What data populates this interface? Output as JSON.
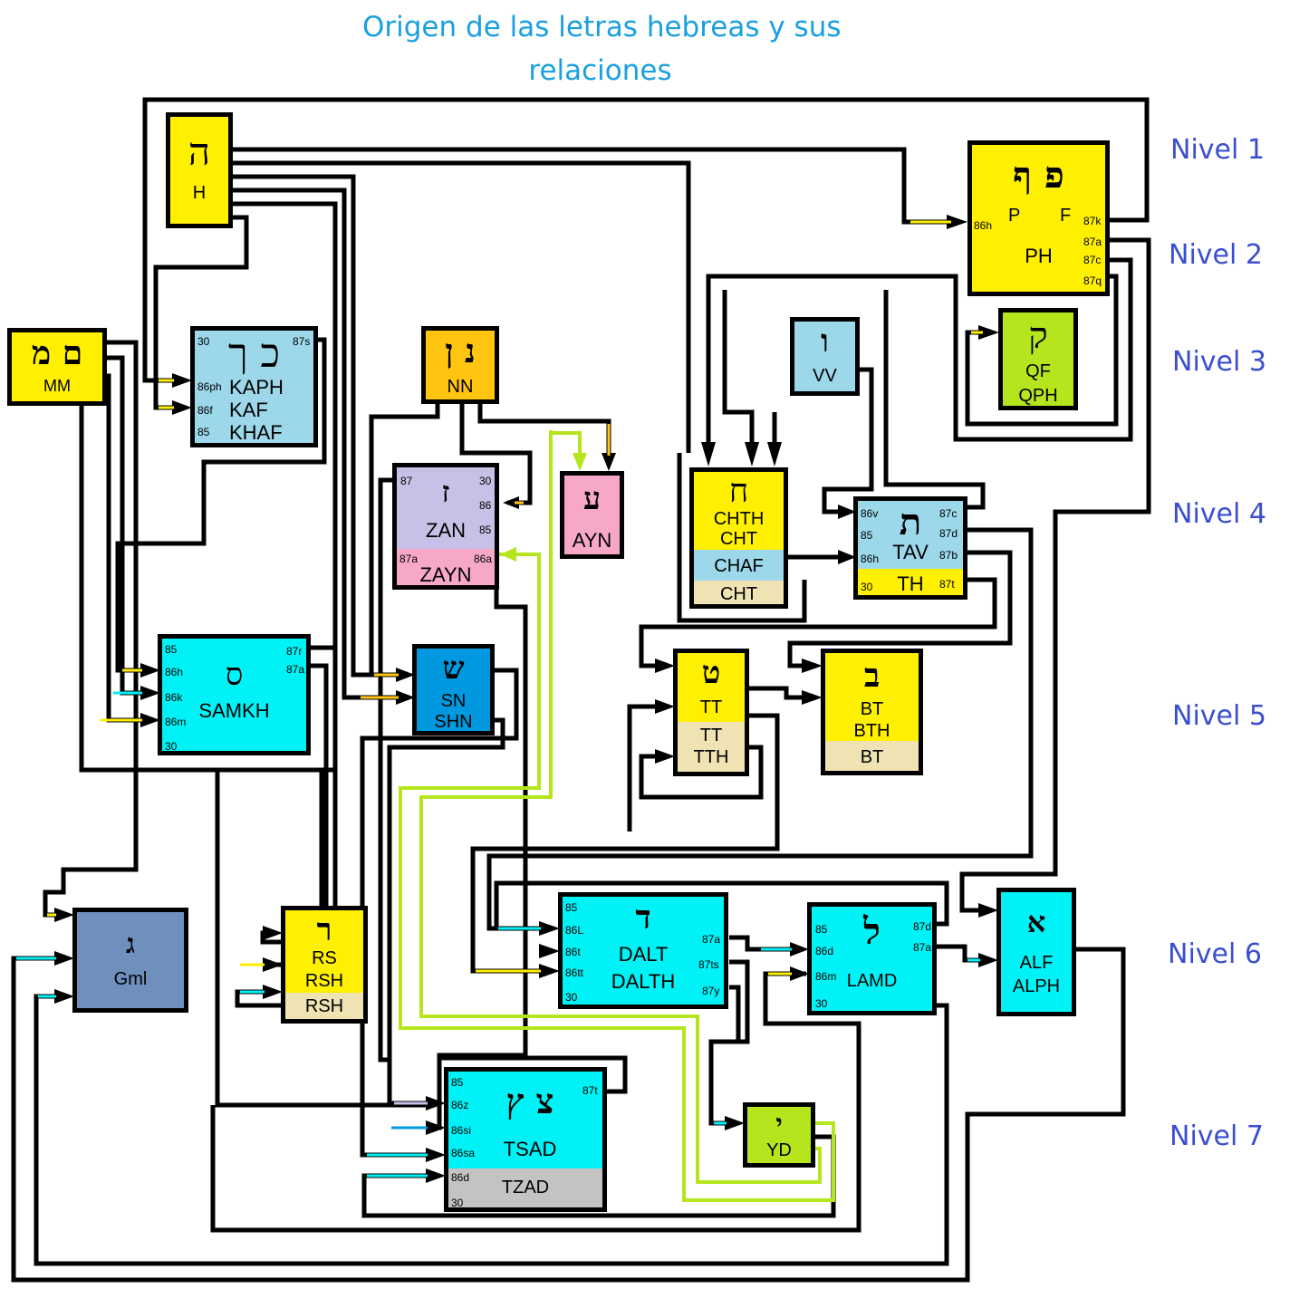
{
  "title": {
    "line1": "Origen de las letras hebreas y sus",
    "line2": "relaciones"
  },
  "levels": [
    "Nivel 1",
    "Nivel 2",
    "Nivel 3",
    "Nivel 4",
    "Nivel 5",
    "Nivel 6",
    "Nivel 7"
  ],
  "colors": {
    "yellow": "#ffef00",
    "light_blue": "#9cd7ea",
    "cyan": "#00f2f6",
    "lavender": "#c8c0e6",
    "pink": "#f7a8c8",
    "orange": "#ffc510",
    "lime": "#b5e51d",
    "blue": "#0099e0",
    "slate": "#6f8fbd",
    "tan": "#efe3b4",
    "gray": "#c3c3c3",
    "title": "#1aa0e0",
    "level": "#3a4fd0"
  },
  "letters": {
    "he": {
      "glyph": "ה",
      "name": "H"
    },
    "pe": {
      "glyph": "פ ף",
      "names": [
        "P",
        "F",
        "PH"
      ],
      "ports": [
        "86h",
        "87k",
        "87a",
        "87c",
        "87q"
      ]
    },
    "mem": {
      "glyph": "ם מ",
      "name": "MM"
    },
    "kaf": {
      "glyph": "כ ך",
      "names": [
        "KAPH",
        "KAF",
        "KHAF"
      ],
      "ports": [
        "30",
        "87s",
        "86ph",
        "86f",
        "85"
      ]
    },
    "nun": {
      "glyph": "נ ן",
      "name": "NN"
    },
    "vav": {
      "glyph": "ו",
      "name": "VV"
    },
    "qof": {
      "glyph": "ק",
      "names": [
        "QF",
        "QPH"
      ]
    },
    "zayin": {
      "glyph": "ז",
      "names": [
        "ZAN",
        "ZAYN"
      ],
      "ports": [
        "87",
        "30",
        "86",
        "85",
        "87a",
        "86a"
      ]
    },
    "ayin": {
      "glyph": "ע",
      "name": "AYN"
    },
    "chet": {
      "glyph": "ח",
      "names": [
        "CHTH",
        "CHT",
        "CHAF",
        "CHT"
      ]
    },
    "tav": {
      "glyph": "ת",
      "names": [
        "TAV",
        "TH"
      ],
      "ports": [
        "86v",
        "85",
        "86h",
        "30",
        "87c",
        "87d",
        "87b",
        "87t"
      ]
    },
    "samekh": {
      "glyph": "ס",
      "name": "SAMKH",
      "ports": [
        "85",
        "86h",
        "86k",
        "86m",
        "30",
        "87r",
        "87a"
      ]
    },
    "shin": {
      "glyph": "ש",
      "names": [
        "SN",
        "SHN"
      ]
    },
    "tet": {
      "glyph": "ט",
      "names": [
        "TT",
        "TT",
        "TTH"
      ]
    },
    "bet": {
      "glyph": "ב",
      "names": [
        "BT",
        "BTH",
        "BT"
      ]
    },
    "gimel": {
      "glyph": "ג",
      "name": "Gml"
    },
    "resh": {
      "glyph": "ר",
      "names": [
        "RS",
        "RSH",
        "RSH"
      ]
    },
    "dalet": {
      "glyph": "ד",
      "names": [
        "DALT",
        "DALTH"
      ],
      "ports": [
        "85",
        "86L",
        "86t",
        "86tt",
        "30",
        "87a",
        "87ts",
        "87y"
      ]
    },
    "lamed": {
      "glyph": "ל",
      "name": "LAMD",
      "ports": [
        "85",
        "86d",
        "86m",
        "30",
        "87d",
        "87a"
      ]
    },
    "alef": {
      "glyph": "א",
      "names": [
        "ALF",
        "ALPH"
      ]
    },
    "tsadi": {
      "glyph": "צ ץ",
      "names": [
        "TSAD",
        "TZAD"
      ],
      "ports": [
        "85",
        "86z",
        "86si",
        "86sa",
        "86d",
        "30",
        "87t"
      ]
    },
    "yod": {
      "glyph": "י",
      "name": "YD"
    }
  }
}
